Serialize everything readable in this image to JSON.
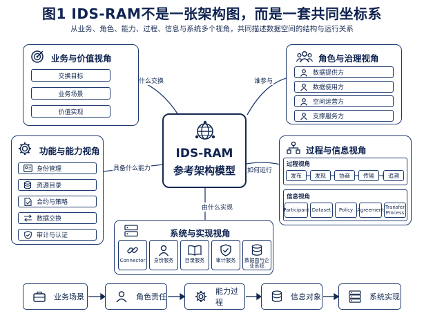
{
  "title": "图1   IDS-RAM不是一张架构图，而是一套共同坐标系",
  "subtitle": "从业务、角色、能力、过程、信息与系统多个视角，共同描述数据空间的结构与运行关系",
  "center": {
    "line1": "IDS-RAM",
    "line2": "参考架构模型"
  },
  "business": {
    "title": "业务与价值视角",
    "items": [
      "交换目标",
      "业务场景",
      "价值实现"
    ],
    "edge_label": "为什么交换"
  },
  "roles": {
    "title": "角色与治理视角",
    "items": [
      "数据提供方",
      "数据使用方",
      "空间运营方",
      "支撑服务方"
    ],
    "edge_label": "谁参与"
  },
  "capability": {
    "title": "功能与能力视角",
    "items": [
      "身份管理",
      "资源目录",
      "合约与策略",
      "数据交换",
      "审计与认证"
    ],
    "edge_label": "具备什么能力"
  },
  "process": {
    "title": "过程与信息视角",
    "edge_label": "如何运行",
    "process_label": "过程视角",
    "steps": [
      "发布",
      "发现",
      "协商",
      "传输",
      "追溯"
    ],
    "info_label": "信息视角",
    "info_items": [
      "Participant",
      "Dataset",
      "Policy",
      "Agreement",
      "Transfer Process"
    ]
  },
  "system": {
    "title": "系统与实现视角",
    "edge_label": "由什么实现",
    "items": [
      "Connector",
      "身份服务",
      "目录服务",
      "审计服务",
      "数据面与企业系统"
    ]
  },
  "flow": [
    "业务场景",
    "角色责任",
    "能力过程",
    "信息对象",
    "系统实现"
  ],
  "colors": {
    "primary": "#1e3a6e",
    "title": "#0f2350"
  }
}
